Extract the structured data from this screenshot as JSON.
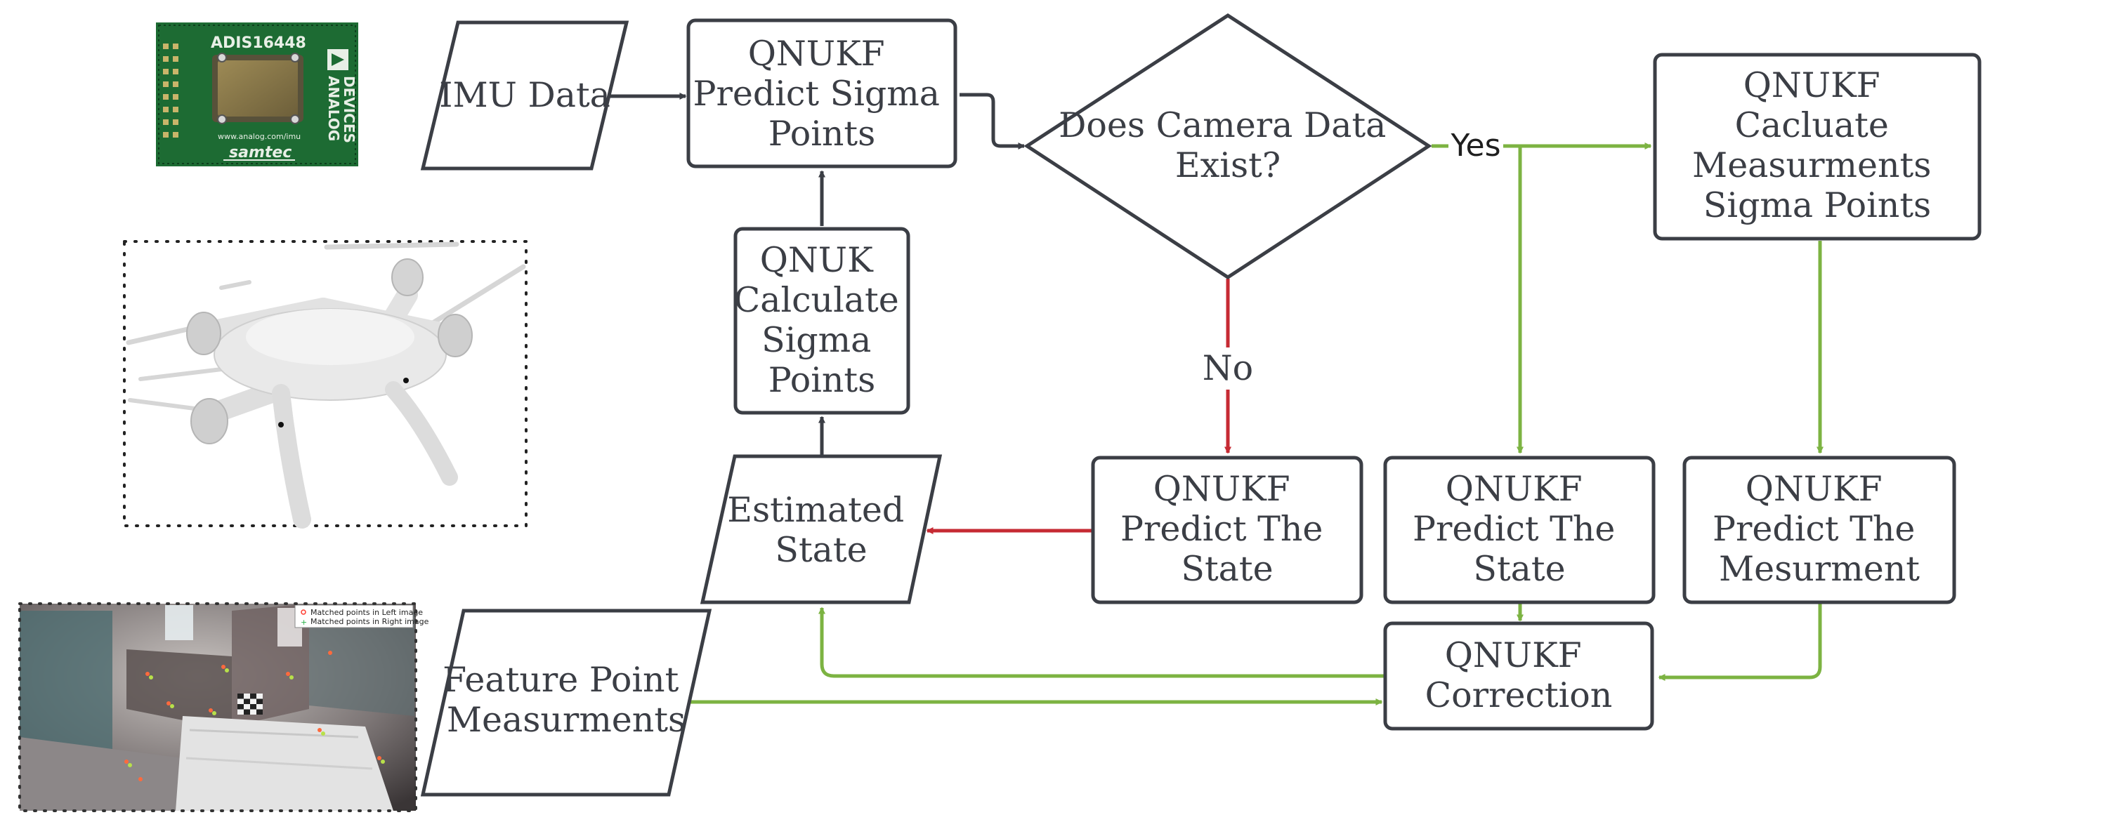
{
  "nodes": {
    "imu": [
      "IMU Data"
    ],
    "predict_sigma": [
      "QNUKF",
      "Predict Sigma",
      "Points"
    ],
    "decision": [
      "Does Camera Data",
      "Exist?"
    ],
    "calc_meas_sigma": [
      "QNUKF",
      "Cacluate",
      "Measurments",
      "Sigma Points"
    ],
    "calc_sigma": [
      "QNUK",
      "Calculate",
      "Sigma",
      "Points"
    ],
    "est_state": [
      "Estimated",
      "State"
    ],
    "predict_state_no": [
      "QNUKF",
      "Predict The",
      "State"
    ],
    "predict_state_yes": [
      "QNUKF",
      "Predict The",
      "State"
    ],
    "predict_meas": [
      "QNUKF",
      "Predict The",
      "Mesurment"
    ],
    "feature": [
      "Feature Point",
      "Measurments"
    ],
    "correction": [
      "QNUKF",
      "Correction"
    ]
  },
  "edges": {
    "yes_label": "Yes",
    "no_label": "No"
  },
  "pcb": {
    "model": "ADIS16448",
    "brand_line1": "ANALOG",
    "brand_line2": "DEVICES",
    "url": "www.analog.com/imu",
    "maker": "samtec"
  },
  "stereo_legend": [
    "Matched points in Left image",
    "Matched points in Right image"
  ],
  "colors": {
    "stroke": "#3b3e45",
    "yes_path": "#7cb342",
    "no_path": "#c62a33",
    "pcb_green": "#1d6b33"
  }
}
